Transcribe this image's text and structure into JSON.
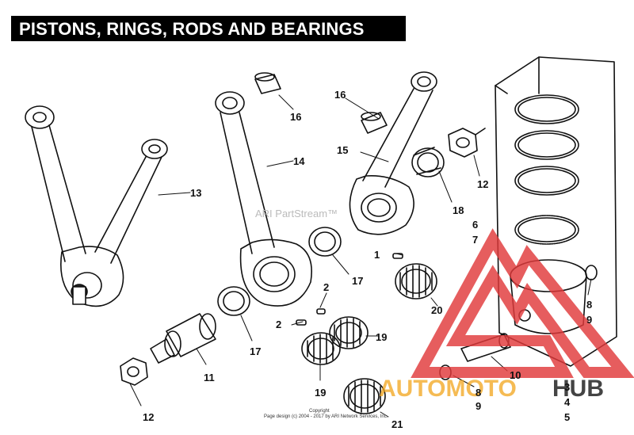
{
  "title": "PISTONS, RINGS, RODS AND BEARINGS",
  "watermark": "ARI PartStream™",
  "brand": {
    "text_part1": "AUTOMOTO",
    "text_part2": "HUB",
    "logo_color": "#e0393a",
    "hub_color": "#444444",
    "auto_color": "#f2a51c"
  },
  "copyright": {
    "line1": "Copyright",
    "line2": "Page design (c) 2004 - 2017 by ARI Network Services, Inc."
  },
  "callouts": {
    "c1": "1",
    "c2a": "2",
    "c2b": "2",
    "c3": "3",
    "c4": "4",
    "c5": "5",
    "c6": "6",
    "c7": "7",
    "c8a": "8",
    "c9a": "9",
    "c8b": "8",
    "c9b": "9",
    "c10": "10",
    "c11": "11",
    "c12a": "12",
    "c12b": "12",
    "c13": "13",
    "c14": "14",
    "c15": "15",
    "c16a": "16",
    "c16b": "16",
    "c17a": "17",
    "c17b": "17",
    "c18": "18",
    "c19a": "19",
    "c19b": "19",
    "c20": "20",
    "c21": "21"
  }
}
